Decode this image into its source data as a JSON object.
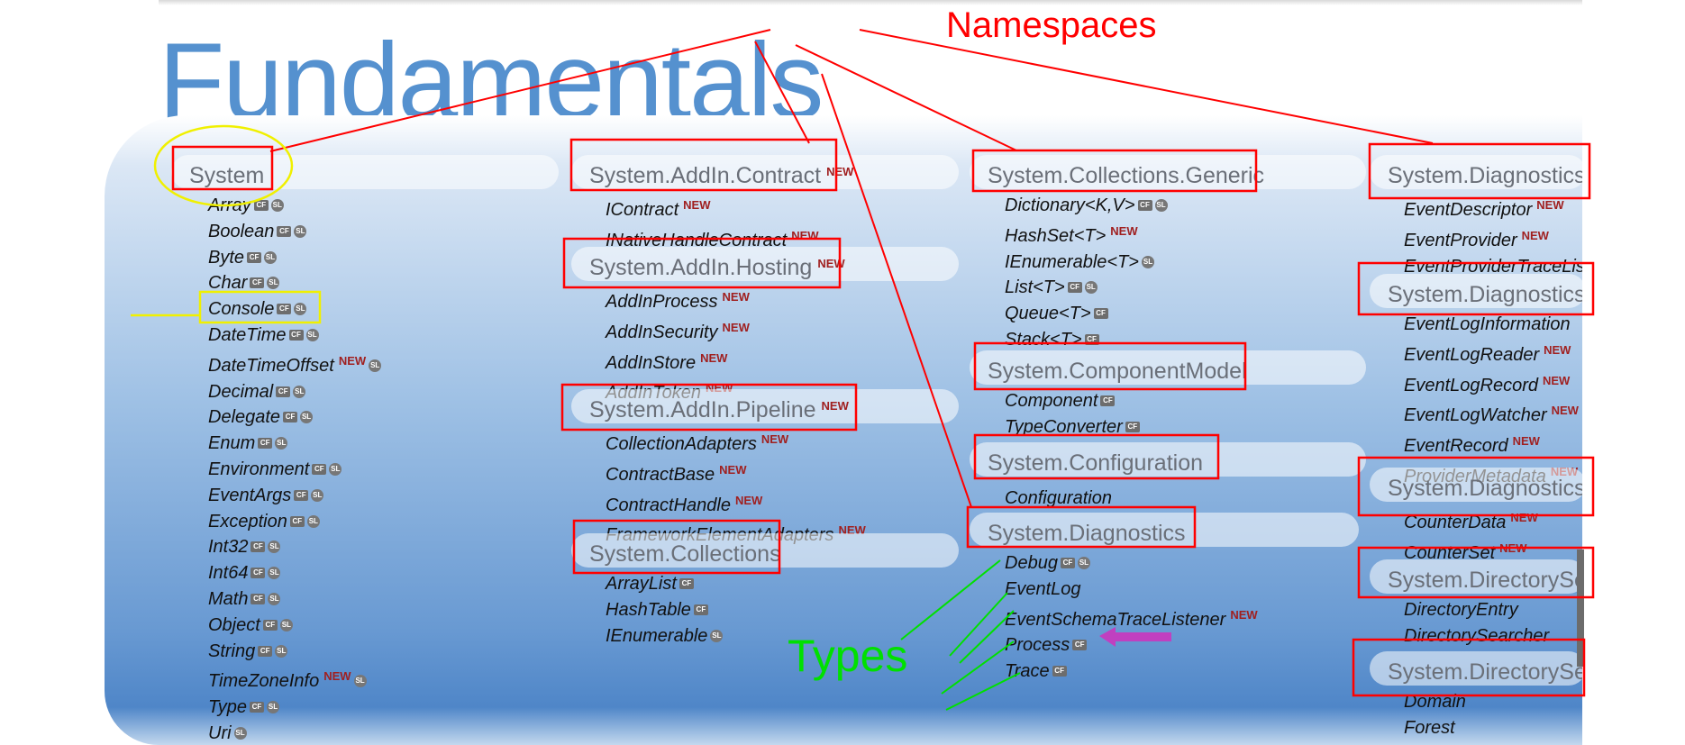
{
  "title": "Fundamentals",
  "annotations": {
    "namespaces_label": "Namespaces",
    "types_label": "Types",
    "colors": {
      "namespace_boxes": "#ff0000",
      "types_lines": "#00e000",
      "highlight": "#f0f000",
      "arrow": "#c040c0"
    }
  },
  "columns": [
    {
      "groups": [
        {
          "namespace": "System",
          "new": "",
          "types": [
            {
              "name": "Array",
              "badges": [
                "CF",
                "SL"
              ]
            },
            {
              "name": "Boolean",
              "badges": [
                "CF",
                "SL"
              ]
            },
            {
              "name": "Byte",
              "badges": [
                "CF",
                "SL"
              ]
            },
            {
              "name": "Char",
              "badges": [
                "CF",
                "SL"
              ]
            },
            {
              "name": "Console",
              "badges": [
                "CF",
                "SL"
              ]
            },
            {
              "name": "DateTime",
              "badges": [
                "CF",
                "SL"
              ]
            },
            {
              "name": "DateTimeOffset",
              "new": "NEW",
              "badges": [
                "SL"
              ]
            },
            {
              "name": "Decimal",
              "badges": [
                "CF",
                "SL"
              ]
            },
            {
              "name": "Delegate",
              "badges": [
                "CF",
                "SL"
              ]
            },
            {
              "name": "Enum",
              "badges": [
                "CF",
                "SL"
              ]
            },
            {
              "name": "Environment",
              "badges": [
                "CF",
                "SL"
              ]
            },
            {
              "name": "EventArgs",
              "badges": [
                "CF",
                "SL"
              ]
            },
            {
              "name": "Exception",
              "badges": [
                "CF",
                "SL"
              ]
            },
            {
              "name": "Int32",
              "badges": [
                "CF",
                "SL"
              ]
            },
            {
              "name": "Int64",
              "badges": [
                "CF",
                "SL"
              ]
            },
            {
              "name": "Math",
              "badges": [
                "CF",
                "SL"
              ]
            },
            {
              "name": "Object",
              "badges": [
                "CF",
                "SL"
              ]
            },
            {
              "name": "String",
              "badges": [
                "CF",
                "SL"
              ]
            },
            {
              "name": "TimeZoneInfo",
              "new": "NEW",
              "badges": [
                "SL"
              ]
            },
            {
              "name": "Type",
              "badges": [
                "CF",
                "SL"
              ]
            },
            {
              "name": "Uri",
              "badges": [
                "SL"
              ]
            }
          ]
        }
      ]
    },
    {
      "groups": [
        {
          "namespace": "System.AddIn.Contract",
          "new": "NEW",
          "types": [
            {
              "name": "IContract",
              "new": "NEW",
              "badges": []
            },
            {
              "name": "INativeHandleContract",
              "new": "NEW",
              "badges": []
            }
          ]
        },
        {
          "namespace": "System.AddIn.Hosting",
          "new": "NEW",
          "types": [
            {
              "name": "AddInProcess",
              "new": "NEW",
              "badges": []
            },
            {
              "name": "AddInSecurity",
              "new": "NEW",
              "badges": []
            },
            {
              "name": "AddInStore",
              "new": "NEW",
              "badges": []
            },
            {
              "name": "AddInToken",
              "new": "NEW",
              "badges": []
            }
          ]
        },
        {
          "namespace": "System.AddIn.Pipeline",
          "new": "NEW",
          "types": [
            {
              "name": "CollectionAdapters",
              "new": "NEW",
              "badges": []
            },
            {
              "name": "ContractBase",
              "new": "NEW",
              "badges": []
            },
            {
              "name": "ContractHandle",
              "new": "NEW",
              "badges": []
            },
            {
              "name": "FrameworkElementAdapters",
              "new": "NEW",
              "badges": []
            }
          ]
        },
        {
          "namespace": "System.Collections",
          "new": "",
          "types": [
            {
              "name": "ArrayList",
              "badges": [
                "CF"
              ]
            },
            {
              "name": "HashTable",
              "badges": [
                "CF"
              ]
            },
            {
              "name": "IEnumerable",
              "badges": [
                "SL"
              ]
            }
          ]
        }
      ]
    },
    {
      "groups": [
        {
          "namespace": "System.Collections.Generic",
          "new": "",
          "types": [
            {
              "name": "Dictionary<K,V>",
              "badges": [
                "CF",
                "SL"
              ]
            },
            {
              "name": "HashSet<T>",
              "new": "NEW",
              "badges": []
            },
            {
              "name": "IEnumerable<T>",
              "badges": [
                "SL"
              ]
            },
            {
              "name": "List<T>",
              "badges": [
                "CF",
                "SL"
              ]
            },
            {
              "name": "Queue<T>",
              "badges": [
                "CF"
              ]
            },
            {
              "name": "Stack<T>",
              "badges": [
                "CF"
              ]
            }
          ]
        },
        {
          "namespace": "System.ComponentModel",
          "new": "",
          "types": [
            {
              "name": "Component",
              "badges": [
                "CF"
              ]
            },
            {
              "name": "TypeConverter",
              "badges": [
                "CF"
              ]
            }
          ]
        },
        {
          "namespace": "System.Configuration",
          "new": "",
          "types": [
            {
              "name": "Configuration",
              "badges": []
            }
          ]
        },
        {
          "namespace": "System.Diagnostics",
          "new": "",
          "types": [
            {
              "name": "Debug",
              "badges": [
                "CF",
                "SL"
              ]
            },
            {
              "name": "EventLog",
              "badges": []
            },
            {
              "name": "EventSchemaTraceListener",
              "new": "NEW",
              "badges": []
            },
            {
              "name": "Process",
              "badges": [
                "CF"
              ]
            },
            {
              "name": "Trace",
              "badges": [
                "CF"
              ]
            }
          ]
        }
      ]
    },
    {
      "groups": [
        {
          "namespace": "System.Diagnostics.E",
          "new": "",
          "types": [
            {
              "name": "EventDescriptor",
              "new": "NEW",
              "badges": []
            },
            {
              "name": "EventProvider",
              "new": "NEW",
              "badges": []
            },
            {
              "name": "EventProviderTraceLis",
              "badges": []
            }
          ]
        },
        {
          "namespace": "System.Diagnostics.E",
          "new": "",
          "types": [
            {
              "name": "EventLogInformation",
              "badges": []
            },
            {
              "name": "EventLogReader",
              "new": "NEW",
              "badges": []
            },
            {
              "name": "EventLogRecord",
              "new": "NEW",
              "badges": []
            },
            {
              "name": "EventLogWatcher",
              "new": "NEW",
              "badges": []
            },
            {
              "name": "EventRecord",
              "new": "NEW",
              "badges": []
            },
            {
              "name": "ProviderMetadata",
              "new": "NEW",
              "badges": []
            }
          ]
        },
        {
          "namespace": "System.Diagnostics.P",
          "new": "",
          "types": [
            {
              "name": "CounterData",
              "new": "NEW",
              "badges": []
            },
            {
              "name": "CounterSet",
              "new": "NEW",
              "badges": []
            }
          ]
        },
        {
          "namespace": "System.DirectoryServ",
          "new": "",
          "types": [
            {
              "name": "DirectoryEntry",
              "badges": []
            },
            {
              "name": "DirectorySearcher",
              "badges": []
            }
          ]
        },
        {
          "namespace": "System.DirectoryServ",
          "new": "",
          "types": [
            {
              "name": "Domain",
              "badges": []
            },
            {
              "name": "Forest",
              "badges": []
            }
          ]
        }
      ]
    }
  ]
}
